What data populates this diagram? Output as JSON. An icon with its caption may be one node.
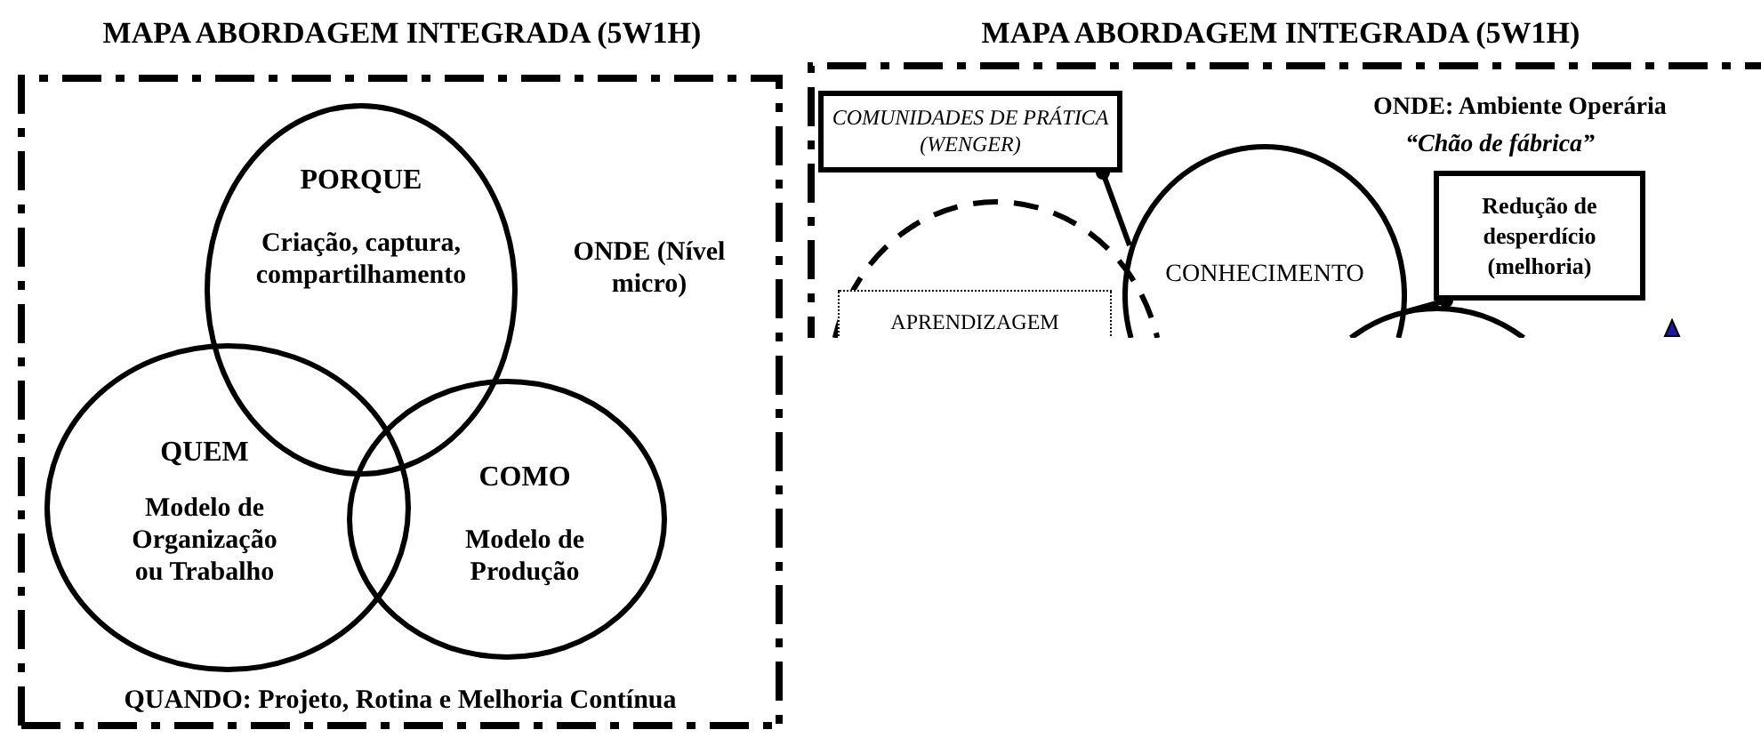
{
  "diagram": {
    "nodes": [
      {
        "text": [
          "MAPA ABORDAGEM INTEGRADA (5W1H)",
          "ONDE (Nível micro)",
          "QUANDO: Projeto, Rotina e Melhoria Contínua"
        ]
      },
      {
        "text": [
          "PORQUE",
          "Criação, captura, compartilhamento"
        ],
        "in": 0
      },
      {
        "text": [
          "QUEM",
          "Modelo de Organização ou Trabalho"
        ],
        "in": 0
      },
      {
        "text": [
          "COMO",
          "Modelo de Produção"
        ],
        "in": 0
      },
      {
        "text": [
          "MAPA ABORDAGEM INTEGRADA (5W1H)",
          "ONDE: Ambiente Operária",
          "“Chão de fábrica”"
        ]
      },
      {
        "text": [
          "COMUNIDADES DE PRÁTICA (WENGER)"
        ],
        "in": 4
      },
      {
        "text": [
          "APRENDIZAGEM"
        ],
        "in": 4
      },
      {
        "text": [
          "CONHECIMENTO"
        ],
        "in": 4
      },
      {
        "text": [
          "Redução de desperdício (melhoria)"
        ],
        "in": 4
      },
      {
        "text": [],
        "shape": "circle",
        "in": 4
      }
    ],
    "edges": [
      {
        "from": 5,
        "to": 7,
        "arrow": "other"
      },
      {
        "from": 8,
        "to": 9,
        "arrow": "other"
      }
    ]
  }
}
